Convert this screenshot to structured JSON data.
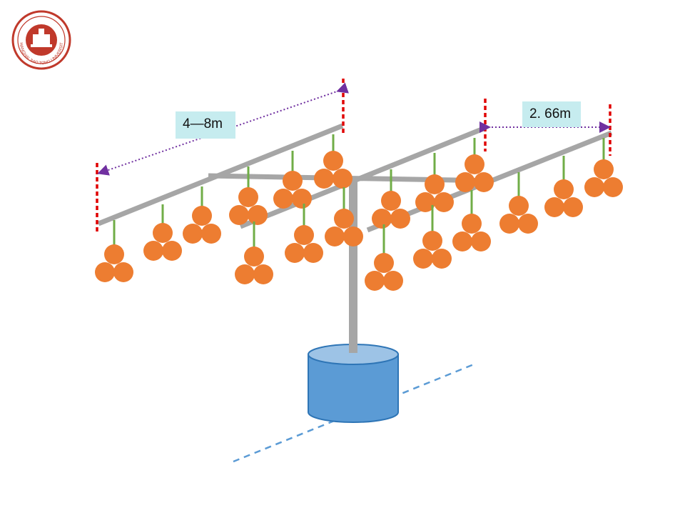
{
  "figure": {
    "logo_text": "SHANGHAI JIAO TONG UNIVERSITY",
    "dimension_labels": {
      "arm_length": "4—8m",
      "arm_spacing": "2. 66m"
    },
    "colors": {
      "frame": "#a6a6a6",
      "fruit": "#ed7d31",
      "stem": "#70ad47",
      "base_fill": "#5b9bd5",
      "base_top": "#9dc3e6",
      "base_stroke": "#2e75b6",
      "marker": "#e00000",
      "arrow": "#7030a0",
      "guide": "#5b9bd5",
      "label_bg": "#c6ecef",
      "logo": "#c0392b"
    }
  }
}
